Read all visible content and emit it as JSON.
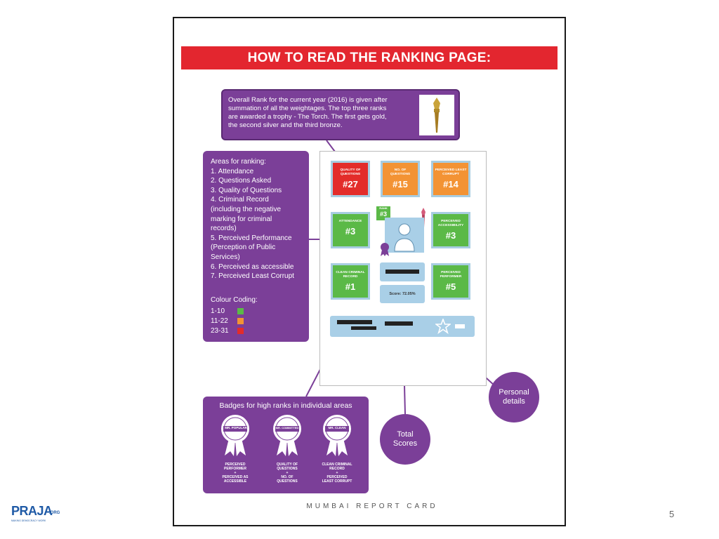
{
  "banner": {
    "title": "HOW TO READ THE RANKING PAGE:"
  },
  "rank_box": {
    "lines": [
      "Overall Rank for the current year (2016) is given after",
      "summation of all the weightages. The top three ranks",
      "are awarded a trophy - The Torch. The first gets gold,",
      "the second  silver and the third bronze."
    ]
  },
  "areas_box": {
    "lines": [
      "Areas for ranking:",
      "1. Attendance",
      "2. Questions Asked",
      "3. Quality of Questions",
      "4. Criminal Record",
      "(including the negative",
      "marking for criminal",
      "records)",
      "5. Perceived Performance",
      "(Perception of Public",
      "Services)",
      "6. Perceived as accessible",
      "7. Perceived Least Corrupt"
    ],
    "colour_coding_title": "Colour Coding:",
    "colour_coding": [
      {
        "range": "1-10",
        "color": "#5bb947"
      },
      {
        "range": "11-22",
        "color": "#f39334"
      },
      {
        "range": "23-31",
        "color": "#e32c2a"
      }
    ]
  },
  "card": {
    "tiles": [
      {
        "label": "QUALITY OF QUESTIONS",
        "value": "#27",
        "color": "red"
      },
      {
        "label": "NO. OF QUESTIONS",
        "value": "#15",
        "color": "orange"
      },
      {
        "label": "PERCEIVED LEAST CORRUPT",
        "value": "#14",
        "color": "orange"
      },
      {
        "label": "ATTENDANCE",
        "value": "#3",
        "color": "green"
      },
      {
        "label": "PERCEIVED ACCESSIBILITY",
        "value": "#3",
        "color": "green"
      },
      {
        "label": "CLEAN CRIMINAL RECORD",
        "value": "#1",
        "color": "green"
      },
      {
        "label": "PERCEIVED PERFORMER",
        "value": "#5",
        "color": "green"
      }
    ],
    "rank_label": "RANK",
    "rank_value": "#3",
    "score_text": "Score: 72.05%"
  },
  "badges_box": {
    "title": "Badges for high ranks in individual areas",
    "badges": [
      {
        "ribbon": "MR. POPULAR",
        "caption": [
          "PERCEIVED",
          "PERFORMER",
          "+",
          "PERCEIVED AS",
          "ACCESSIBLE"
        ]
      },
      {
        "ribbon": "MR. COMMITTED",
        "caption": [
          "QUALITY OF",
          "QUESTIONS",
          "+",
          "NO. OF",
          "QUESTIONS"
        ]
      },
      {
        "ribbon": "MR. CLEAN",
        "caption": [
          "CLEAN CRIMINAL",
          "RECORD",
          "+",
          "PERCEIVED",
          "LEAST CORRUPT"
        ]
      }
    ]
  },
  "total_scores": {
    "lines": [
      "Total",
      "Scores"
    ]
  },
  "personal_details": {
    "lines": [
      "Personal",
      "details"
    ]
  },
  "footer": {
    "text": "MUMBAI REPORT CARD"
  },
  "page_number": "5",
  "logo": {
    "main": "PRAJA",
    "suffix": ".ORG",
    "tagline": "MAKING DEMOCRACY WORK"
  }
}
